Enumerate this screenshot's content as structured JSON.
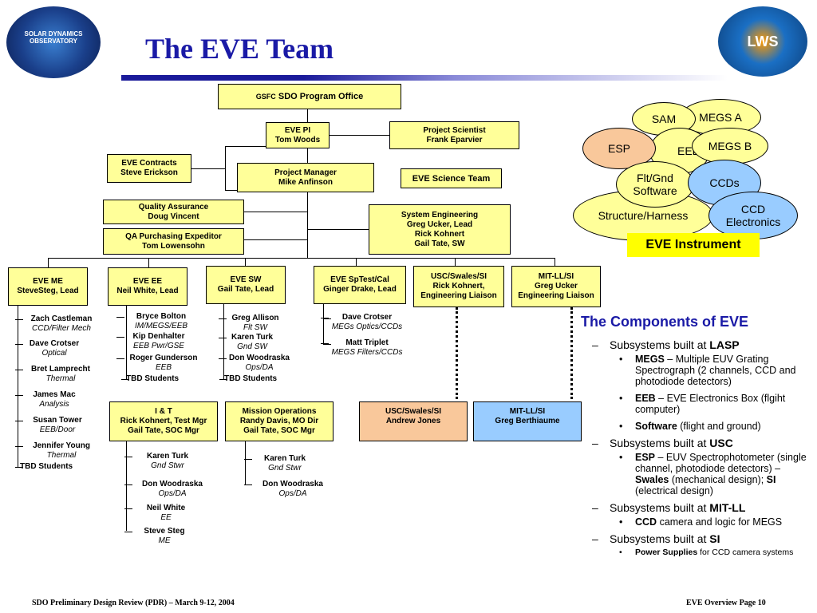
{
  "title": "The EVE Team",
  "top": {
    "program_office_prefix": "GSFC",
    "program_office": "SDO Program Office",
    "pi": [
      "EVE PI",
      "Tom Woods"
    ],
    "project_scientist": [
      "Project Scientist",
      "Frank Eparvier"
    ],
    "contracts": [
      "EVE Contracts",
      "Steve Erickson"
    ],
    "project_manager": [
      "Project Manager",
      "Mike Anfinson"
    ],
    "science_team": "EVE Science Team",
    "qa": [
      "Quality Assurance",
      "Doug Vincent"
    ],
    "qa_purchasing": [
      "QA Purchasing Expeditor",
      "Tom Lowensohn"
    ],
    "system_engineering": [
      "System Engineering",
      "Greg Ucker, Lead",
      "Rick Kohnert",
      "Gail Tate, SW"
    ]
  },
  "subsystems": [
    {
      "l1": "EVE ME",
      "l2": "SteveSteg, Lead"
    },
    {
      "l1": "EVE EE",
      "l2": "Neil White, Lead"
    },
    {
      "l1": "EVE SW",
      "l2": "Gail Tate, Lead"
    },
    {
      "l1": "EVE SpTest/Cal",
      "l2": "Ginger Drake, Lead"
    },
    {
      "l1": "USC/Swales/SI",
      "l2": "Rick Kohnert,",
      "l3": "Engineering Liaison"
    },
    {
      "l1": "MIT-LL/SI",
      "l2": "Greg Ucker",
      "l3": "Engineering Liaison"
    }
  ],
  "me_people": [
    {
      "name": "Zach Castleman",
      "role": "CCD/Filter Mech"
    },
    {
      "name": "Dave Crotser",
      "role": "Optical"
    },
    {
      "name": "Bret Lamprecht",
      "role": "Thermal"
    },
    {
      "name": "James Mac",
      "role": "Analysis"
    },
    {
      "name": "Susan Tower",
      "role": "EEB/Door"
    },
    {
      "name": "Jennifer Young",
      "role": "Thermal"
    },
    {
      "name": "TBD Students",
      "role": ""
    }
  ],
  "ee_people": [
    {
      "name": "Bryce Bolton",
      "role": "IM/MEGS/EEB"
    },
    {
      "name": "Kip Denhalter",
      "role": "EEB Pwr/GSE"
    },
    {
      "name": "Roger Gunderson",
      "role": "EEB"
    },
    {
      "name": "TBD Students",
      "role": ""
    }
  ],
  "sw_people": [
    {
      "name": "Greg Allison",
      "role": "Flt SW"
    },
    {
      "name": "Karen Turk",
      "role": "Gnd SW"
    },
    {
      "name": "Don Woodraska",
      "role": "Ops/DA"
    },
    {
      "name": "TBD Students",
      "role": ""
    }
  ],
  "cal_people": [
    {
      "name": "Dave Crotser",
      "role": "MEGs Optics/CCDs"
    },
    {
      "name": "Matt Triplet",
      "role": "MEGS Filters/CCDs"
    }
  ],
  "lower": {
    "it": [
      "I & T",
      "Rick Kohnert, Test Mgr",
      "Gail Tate, SOC Mgr"
    ],
    "mo": [
      "Mission Operations",
      "Randy Davis, MO Dir",
      "Gail Tate, SOC Mgr"
    ],
    "usc": [
      "USC/Swales/SI",
      "Andrew Jones"
    ],
    "mit": [
      "MIT-LL/SI",
      "Greg Berthiaume"
    ]
  },
  "it_people": [
    {
      "name": "Karen Turk",
      "role": "Gnd Stwr"
    },
    {
      "name": "Don Woodraska",
      "role": "Ops/DA"
    },
    {
      "name": "Neil White",
      "role": "EE"
    },
    {
      "name": "Steve Steg",
      "role": "ME"
    }
  ],
  "mo_people": [
    {
      "name": "Karen Turk",
      "role": "Gnd Stwr"
    },
    {
      "name": "Don Woodraska",
      "role": "Ops/DA"
    }
  ],
  "instrument": {
    "label": "EVE Instrument",
    "parts": {
      "megs_a": "MEGS A",
      "sam": "SAM",
      "esp": "ESP",
      "eeb": "EEB",
      "megs_b": "MEGS B",
      "flt_gnd": "Flt/Gnd Software",
      "ccds": "CCDs",
      "structure": "Structure/Harness",
      "ccd_elec": "CCD Electronics"
    },
    "colors": {
      "yellow": "#ffff99",
      "peach": "#f9c89b",
      "blue": "#99ccff"
    }
  },
  "components": {
    "title": "The Components of EVE",
    "lasp_prefix": "Subsystems built at ",
    "lasp": "LASP",
    "megs_name": "MEGS",
    "megs_desc": " – Multiple EUV Grating Spectrograph (2 channels, CCD and photodiode detectors)",
    "eeb_name": "EEB",
    "eeb_desc": " – EVE Electronics Box (flgiht computer)",
    "sw_name": "Software",
    "sw_desc": " (flight and ground)",
    "usc_prefix": "Subsystems built at ",
    "usc": "USC",
    "esp_name": "ESP",
    "esp_desc1": " – EUV Spectrophotometer (single channel, photodiode detectors) – ",
    "swales_name": "Swales",
    "esp_desc2": " (mechanical design); ",
    "si_name": "SI",
    "esp_desc3": " (electrical design)",
    "mit_prefix": "Subsystems built at ",
    "mit": "MIT-LL",
    "ccd_name": "CCD",
    "ccd_desc": " camera and logic for MEGS",
    "si_prefix": "Subsystems built at ",
    "si": "SI",
    "ps_name": "Power Supplies",
    "ps_desc": " for CCD camera systems"
  },
  "logos": {
    "sdo": "SOLAR DYNAMICS OBSERVATORY",
    "lws": "LWS"
  },
  "footer": {
    "left": "SDO Preliminary Design Review (PDR) – March 9-12, 2004",
    "right": "EVE Overview Page 10"
  }
}
